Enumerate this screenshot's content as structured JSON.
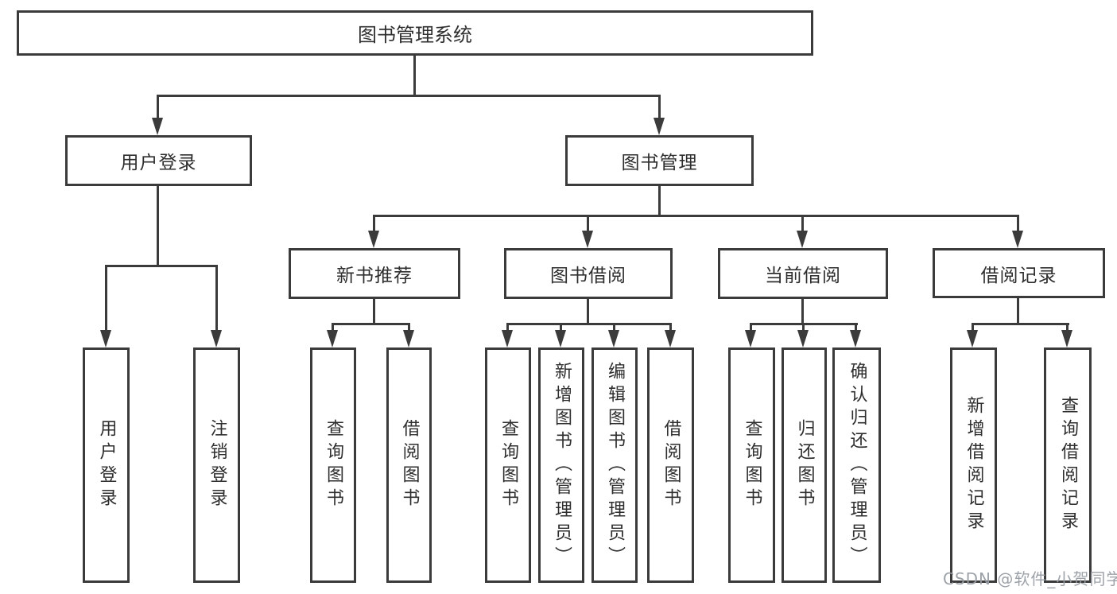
{
  "diagram_type": "hierarchy-tree",
  "colors": {
    "line": "#3b3b3b",
    "box_border": "#3b3b3b",
    "text": "#2e2e2e",
    "background": "#ffffff",
    "watermark": "#9aa0a8"
  },
  "watermark": "CSDN @软件_小贺同学",
  "tree": {
    "label": "图书管理系统",
    "children": [
      {
        "label": "用户登录",
        "children": [
          {
            "label": "用户登录"
          },
          {
            "label": "注销登录"
          }
        ]
      },
      {
        "label": "图书管理",
        "children": [
          {
            "label": "新书推荐",
            "children": [
              {
                "label": "查询图书"
              },
              {
                "label": "借阅图书"
              }
            ]
          },
          {
            "label": "图书借阅",
            "children": [
              {
                "label": "查询图书"
              },
              {
                "label": "新增图书（管理员）"
              },
              {
                "label": "编辑图书（管理员）"
              },
              {
                "label": "借阅图书"
              }
            ]
          },
          {
            "label": "当前借阅",
            "children": [
              {
                "label": "查询图书"
              },
              {
                "label": "归还图书"
              },
              {
                "label": "确认归还（管理员）"
              }
            ]
          },
          {
            "label": "借阅记录",
            "children": [
              {
                "label": "新增借阅记录"
              },
              {
                "label": "查询借阅记录"
              }
            ]
          }
        ]
      }
    ]
  }
}
